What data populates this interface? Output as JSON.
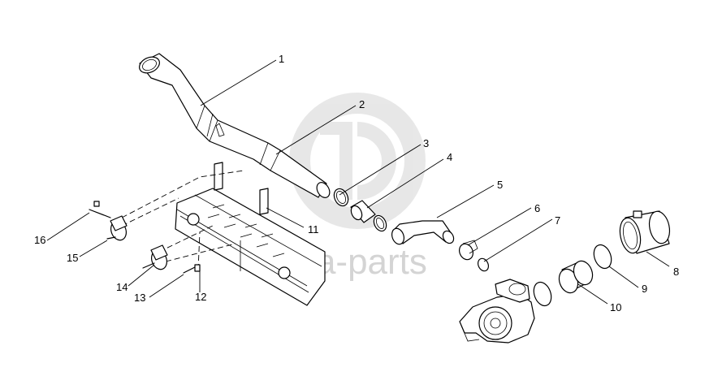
{
  "watermark": {
    "text": "delta-parts",
    "color": "#cfcfcf"
  },
  "callouts": [
    {
      "id": "1",
      "label": "1"
    },
    {
      "id": "2",
      "label": "2"
    },
    {
      "id": "3",
      "label": "3"
    },
    {
      "id": "4",
      "label": "4"
    },
    {
      "id": "5",
      "label": "5"
    },
    {
      "id": "6",
      "label": "6"
    },
    {
      "id": "7",
      "label": "7"
    },
    {
      "id": "8",
      "label": "8"
    },
    {
      "id": "9",
      "label": "9"
    },
    {
      "id": "10",
      "label": "10"
    },
    {
      "id": "11",
      "label": "11"
    },
    {
      "id": "12",
      "label": "12"
    },
    {
      "id": "13",
      "label": "13"
    },
    {
      "id": "14",
      "label": "14"
    },
    {
      "id": "15",
      "label": "15"
    },
    {
      "id": "16",
      "label": "16"
    }
  ]
}
